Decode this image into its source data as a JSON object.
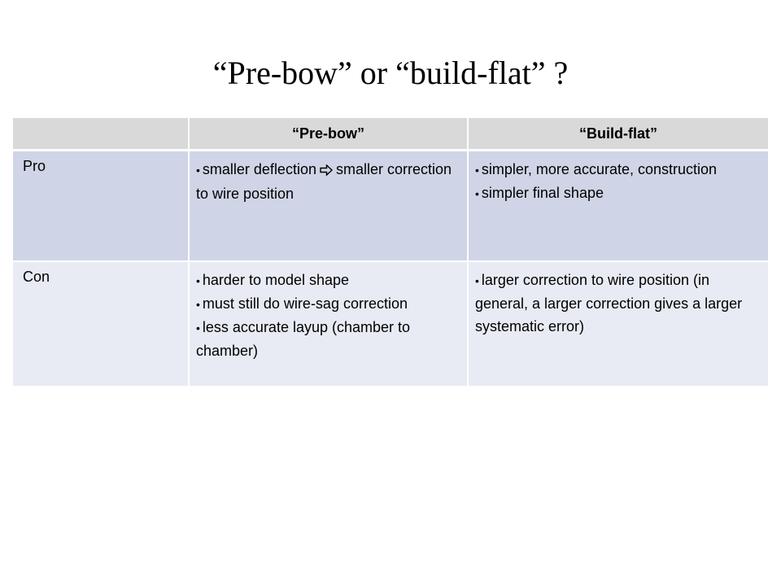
{
  "title": "“Pre-bow” or “build-flat” ?",
  "table": {
    "headers": [
      "",
      "“Pre-bow”",
      "“Build-flat”"
    ],
    "rows": [
      {
        "label": "Pro",
        "prebow": [
          {
            "before": "smaller deflection",
            "icon": "right-arrow-icon",
            "after": "smaller correction to wire position"
          }
        ],
        "buildflat": [
          {
            "text": "simpler, more accurate, construction"
          },
          {
            "text": "simpler final shape"
          }
        ]
      },
      {
        "label": "Con",
        "prebow": [
          {
            "text": "harder to model shape"
          },
          {
            "text": "must still do wire-sag correction"
          },
          {
            "text": "less accurate layup (chamber to chamber)"
          }
        ],
        "buildflat": [
          {
            "text": "larger correction to wire position (in general, a larger correction gives a larger systematic error)"
          }
        ]
      }
    ]
  },
  "bullet_glyph": "•",
  "colors": {
    "header_bg": "#d9d9d9",
    "pro_row_bg": "#cfd5e6",
    "con_row_bg": "#e8ebf3"
  }
}
